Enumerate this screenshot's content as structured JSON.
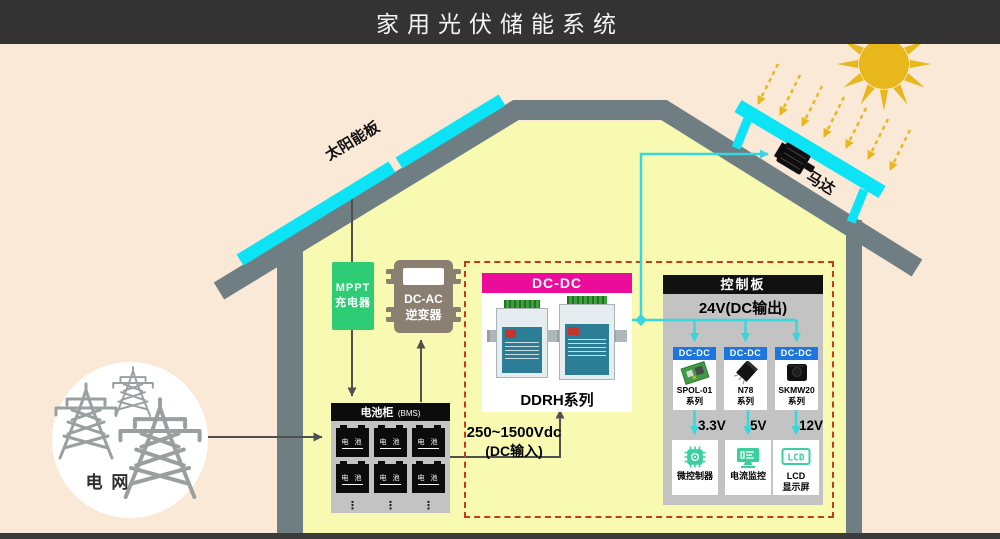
{
  "title": "家用光伏储能系统",
  "outside": {
    "solar_panel_label": "太阳能板",
    "motor_label": "马达",
    "grid_label": "电 网"
  },
  "devices": {
    "mppt": {
      "line1": "MPPT",
      "line2": "充电器"
    },
    "inverter": {
      "line1": "DC-AC",
      "line2": "逆变器"
    },
    "battery": {
      "title": "电池柜",
      "subtitle": "(BMS)",
      "cell": "电 池",
      "dots": "⋮"
    },
    "input_label": {
      "line1": "250~1500Vdc",
      "line2": "(DC输入)"
    }
  },
  "dcdc_section": {
    "header": "DC-DC",
    "series_label": "DDRH系列"
  },
  "control_board": {
    "header": "控制板",
    "bus_label": "24V(DC输出)",
    "lcd_icon_text": "LCD",
    "converters": [
      {
        "header": "DC-DC",
        "name": "SPOL-01",
        "suffix": "系列",
        "voltage": "3.3V",
        "load_line1": "微控制器",
        "load_line2": ""
      },
      {
        "header": "DC-DC",
        "name": "N78",
        "suffix": "系列",
        "voltage": "5V",
        "load_line1": "电流监控",
        "load_line2": ""
      },
      {
        "header": "DC-DC",
        "name": "SKMW20",
        "suffix": "系列",
        "voltage": "12V",
        "load_line1": "LCD",
        "load_line2": "显示屏"
      }
    ]
  },
  "colors": {
    "titlebar": "#333333",
    "outside_peach": "#fbe9d7",
    "interior_yellow": "#f8fab2",
    "roof_gray": "#6e7e83",
    "panel_cyan": "#0ce4f6",
    "line_cyan": "#38d6dd",
    "magenta": "#ec0c9b",
    "mppt_green": "#2ecc75",
    "inverter_taupe": "#8b7f72",
    "board_gray": "#c3c3c3",
    "converter_blue": "#1b76e0",
    "icon_green": "#3bcf9e",
    "dashed_red": "#c63b17",
    "sun_gold": "#e7b71c"
  }
}
